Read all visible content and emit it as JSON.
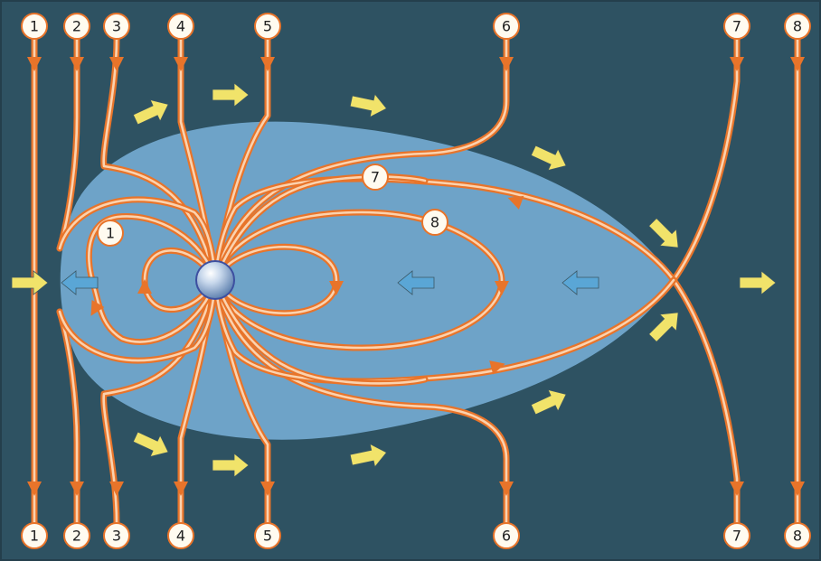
{
  "labels": {
    "top": [
      "1",
      "2",
      "3",
      "4",
      "5",
      "6",
      "7",
      "8"
    ],
    "bottom": [
      "1",
      "2",
      "3",
      "4",
      "5",
      "6",
      "7",
      "8"
    ],
    "inner": [
      "1",
      "7",
      "8"
    ]
  },
  "colors": {
    "background": "#2e5262",
    "border": "#243f4c",
    "magnetosphere": "#6ea3c8",
    "field_line": "#e8742a",
    "field_line_highlight": "#fbd2ae",
    "solar_wind_arrow": "#f1e36a",
    "plasma_flow_arrow": "#5aa6d6",
    "label_fill": "#fffbf0",
    "planet": "#8fb0d6"
  },
  "icons": {
    "solar_wind": "yellow-right-arrow-icon",
    "plasma_flow": "blue-left-arrow-icon",
    "planet": "planet-sphere-icon"
  }
}
